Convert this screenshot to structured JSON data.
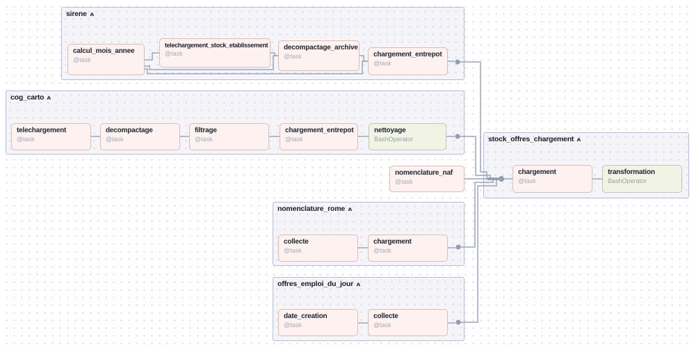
{
  "app": {
    "view": "dag-graph"
  },
  "icons": {
    "collapse_chevron": "∧"
  },
  "colors": {
    "task_bg": "#fdf2f0",
    "task_border": "#dcbcb7",
    "bash_operator_bg": "#f1f4e5",
    "bash_operator_border": "#c3c5ba",
    "group_bg": "#f5f5f9",
    "group_border": "#b9badb",
    "edge": "#9ca5b8",
    "junction_dot": "#939cb0",
    "canvas_dot": "#d9d4cd"
  },
  "groups": [
    {
      "label": "sirene",
      "tasks": [
        {
          "label": "calcul_mois_annee",
          "operator": "@task"
        },
        {
          "label": "telechargement_stock_etablissement",
          "operator": "@task"
        },
        {
          "label": "decompactage_archive",
          "operator": "@task"
        },
        {
          "label": "chargement_entrepot",
          "operator": "@task"
        }
      ]
    },
    {
      "label": "cog_carto",
      "tasks": [
        {
          "label": "telechargement",
          "operator": "@task"
        },
        {
          "label": "decompactage",
          "operator": "@task"
        },
        {
          "label": "filtrage",
          "operator": "@task"
        },
        {
          "label": "chargement_entrepot",
          "operator": "@task"
        },
        {
          "label": "nettoyage",
          "operator": "BashOperator"
        }
      ]
    },
    {
      "label": "nomenclature_rome",
      "tasks": [
        {
          "label": "collecte",
          "operator": "@task"
        },
        {
          "label": "chargement",
          "operator": "@task"
        }
      ]
    },
    {
      "label": "offres_emploi_du_jour",
      "tasks": [
        {
          "label": "date_creation",
          "operator": "@task"
        },
        {
          "label": "collecte",
          "operator": "@task"
        }
      ]
    },
    {
      "label": "stock_offres_chargement",
      "tasks": [
        {
          "label": "chargement",
          "operator": "@task"
        },
        {
          "label": "transformation",
          "operator": "BashOperator"
        }
      ]
    }
  ],
  "standalone_tasks": [
    {
      "label": "nomenclature_naf",
      "operator": "@task"
    }
  ]
}
